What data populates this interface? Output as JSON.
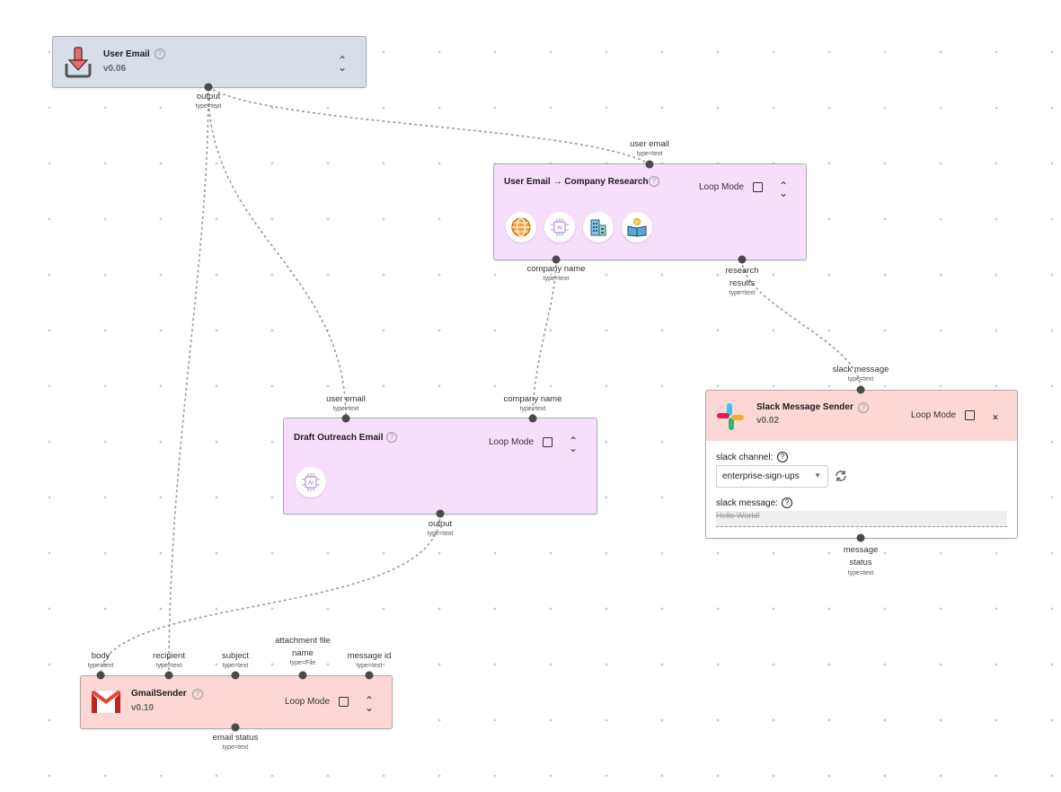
{
  "nodes": {
    "user_email": {
      "title": "User Email",
      "version": "v0.06",
      "output_label": "output",
      "output_type": "type=text"
    },
    "company_research": {
      "title": "User Email → Company Research",
      "loop_mode": "Loop Mode",
      "input_label": "user email",
      "input_type": "type=text",
      "outputs": [
        {
          "label": "company name",
          "type": "type=text"
        },
        {
          "label": "research",
          "label2": "results",
          "type": "type=text"
        }
      ]
    },
    "draft_outreach": {
      "title": "Draft Outreach Email",
      "loop_mode": "Loop Mode",
      "inputs": [
        {
          "label": "user email",
          "type": "type=text"
        },
        {
          "label": "company name",
          "type": "type=text"
        }
      ],
      "output_label": "output",
      "output_type": "type=text"
    },
    "slack": {
      "title": "Slack Message Sender",
      "version": "v0.02",
      "loop_mode": "Loop Mode",
      "input_label": "slack message",
      "input_type": "type=text",
      "channel_label": "slack channel:",
      "channel_value": "enterprise-sign-ups",
      "message_label": "slack message:",
      "message_placeholder": "Hello World!",
      "output_label": "message",
      "output_label2": "status",
      "output_type": "type=text"
    },
    "gmail": {
      "title": "GmailSender",
      "version": "v0.10",
      "loop_mode": "Loop Mode",
      "inputs": [
        {
          "label": "body",
          "type": "type=text"
        },
        {
          "label": "recipient",
          "type": "type=text"
        },
        {
          "label": "subject",
          "type": "type=text"
        },
        {
          "label": "attachment file",
          "label2": "name",
          "type": "type=File"
        },
        {
          "label": "message id",
          "type": "type=text"
        }
      ],
      "output_label": "email status",
      "output_type": "type=text"
    }
  },
  "icons": {
    "user_email": "download-icon",
    "company_research": [
      "globe-icon",
      "ai-chip-icon",
      "building-icon",
      "book-idea-icon"
    ],
    "draft_outreach": [
      "ai-chip-icon"
    ],
    "slack": "slack-logo-icon",
    "gmail": "gmail-logo-icon"
  },
  "colors": {
    "input_node": "#d7dee7",
    "llm_node": "#f8defd",
    "integration_node": "#fdd6d6",
    "edge": "#9a9a9a"
  }
}
